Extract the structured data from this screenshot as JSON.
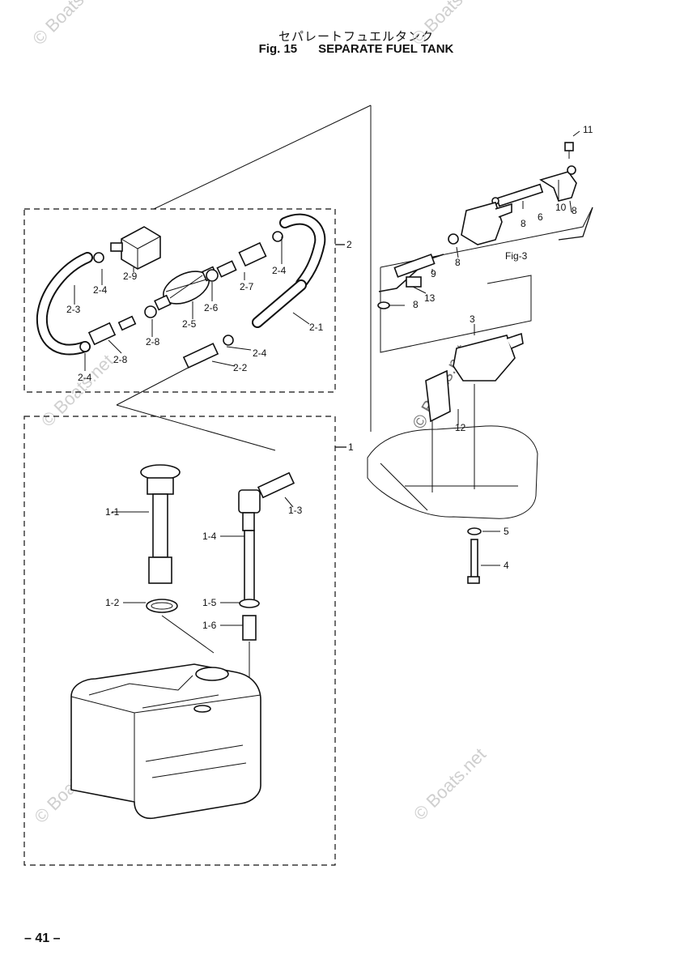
{
  "header": {
    "title_jp": "セパレートフュエルタンク",
    "fig_label": "Fig. 15",
    "title_en": "SEPARATE FUEL TANK"
  },
  "callouts": {
    "c1": "1",
    "c1_1": "1-1",
    "c1_2": "1-2",
    "c1_3": "1-3",
    "c1_4": "1-4",
    "c1_5": "1-5",
    "c1_6": "1-6",
    "c2": "2",
    "c2_1": "2-1",
    "c2_2": "2-2",
    "c2_3": "2-3",
    "c2_4a": "2-4",
    "c2_4b": "2-4",
    "c2_4c": "2-4",
    "c2_4d": "2-4",
    "c2_5": "2-5",
    "c2_6": "2-6",
    "c2_7": "2-7",
    "c2_8a": "2-8",
    "c2_8b": "2-8",
    "c2_9": "2-9",
    "c3": "3",
    "c4": "4",
    "c5": "5",
    "c6": "6",
    "c8a": "8",
    "c8b": "8",
    "c8c": "8",
    "c8d": "8",
    "c9": "9",
    "c10": "10",
    "c11": "11",
    "c12": "12",
    "c13": "13",
    "fig3": "Fig-3"
  },
  "watermark": {
    "text": "© Boats.net"
  },
  "footer": {
    "page_number": "– 41 –"
  }
}
